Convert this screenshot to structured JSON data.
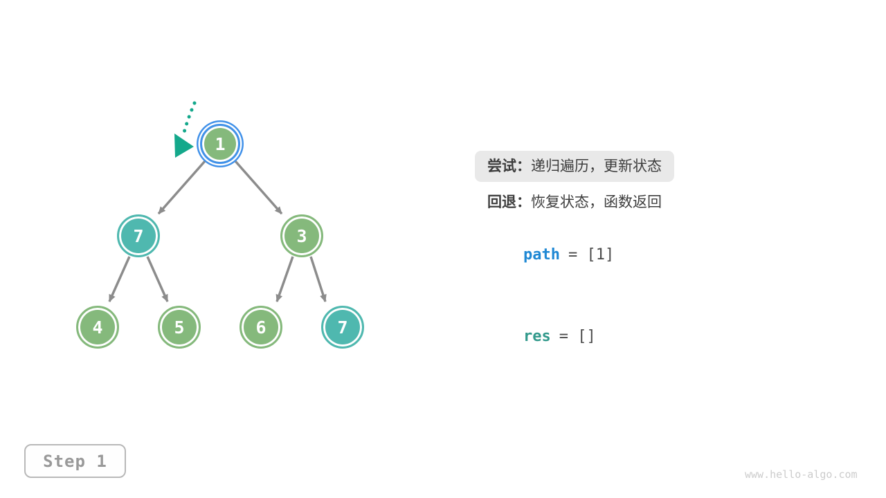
{
  "tree": {
    "nodes": [
      {
        "label": "1",
        "state": "current"
      },
      {
        "label": "7",
        "state": "visited"
      },
      {
        "label": "3",
        "state": "default"
      },
      {
        "label": "4",
        "state": "default"
      },
      {
        "label": "5",
        "state": "default"
      },
      {
        "label": "6",
        "state": "default"
      },
      {
        "label": "7",
        "state": "visited"
      }
    ]
  },
  "panel": {
    "try_label": "尝试：",
    "try_text": "递归遍历，更新状态",
    "back_label": "回退：",
    "back_text": "恢复状态，函数返回",
    "path_name": "path",
    "path_rest": "= [1]",
    "res_name": "res",
    "res_rest": "= []"
  },
  "step_badge": "Step 1",
  "watermark": "www.hello-algo.com",
  "colors": {
    "node-green": "#85b97c",
    "node-teal": "#4fb8af",
    "highlight-blue": "#4191e9",
    "pointer-teal": "#14a88b",
    "edge-gray": "#8c8c8c",
    "text-dark": "#3d3d3d",
    "path-blue": "#1f88d4",
    "res-teal": "#31998b",
    "pill-bg": "#e9e9e9"
  }
}
